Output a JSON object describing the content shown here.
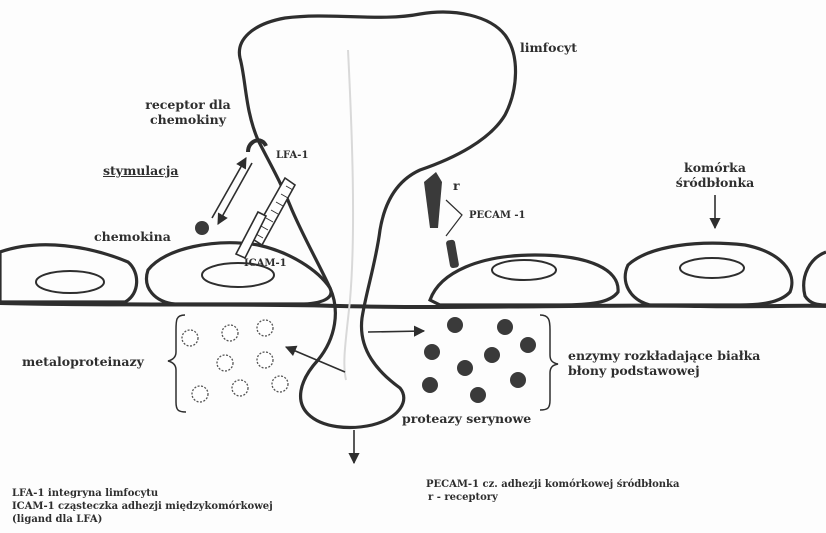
{
  "labels": {
    "lymphocyte": "limfocyt",
    "receptor": [
      "receptor dla",
      "chemokiny"
    ],
    "lfa1": "LFA-1",
    "stimulation": "stymulacja",
    "chemokine": "chemokina",
    "icam1": "ICAM-1",
    "r": "r",
    "pecam1": "PECAM -1",
    "endothelial_cell": [
      "komórka",
      "śródbłonka"
    ],
    "metalloproteinases": "metaloproteinazy",
    "enzymes": [
      "enzymy rozkładające białka",
      "błony podstawowej"
    ],
    "serine_proteases": "proteazy serynowe"
  },
  "legend_left": [
    "LFA-1 integryna limfocytu",
    "ICAM-1 cząsteczka adhezji międzykomórkowej",
    "(ligand dla LFA)"
  ],
  "legend_right": [
    "PECAM-1 cz. adhezji komórkowej śródbłonka",
    "r - receptory"
  ]
}
